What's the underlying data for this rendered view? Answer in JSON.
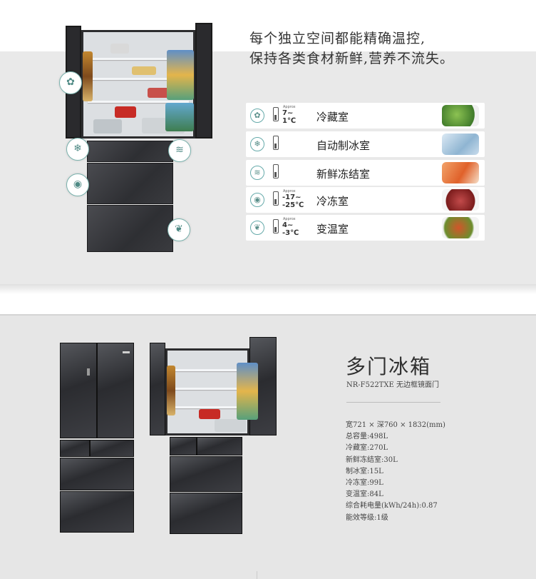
{
  "headline": {
    "line1": "每个独立空间都能精确温控,",
    "line2": "保持各类食材新鲜,营养不流失。"
  },
  "features": [
    {
      "approx": "Approx",
      "temp": "7~\n1℃",
      "label": "冷藏室",
      "icon": "salad-icon",
      "pic_color": "#6a9a3b"
    },
    {
      "approx": "",
      "temp": "",
      "label": "自动制冰室",
      "icon": "ice-icon",
      "pic_color": "#a9c8e0"
    },
    {
      "approx": "",
      "temp": "",
      "label": "新鲜冻结室",
      "icon": "fish-icon",
      "pic_color": "#e0743c"
    },
    {
      "approx": "Approx",
      "temp": "-17~\n-25℃",
      "label": "冷冻室",
      "icon": "meat-icon",
      "pic_color": "#9b2b2b"
    },
    {
      "approx": "Approx",
      "temp": "4~\n-3℃",
      "label": "变温室",
      "icon": "vegetable-icon",
      "pic_color": "#b24a23"
    }
  ],
  "product": {
    "title": "多门冰箱",
    "model": "NR-F522TXE 无边框镜面门",
    "specs": [
      "宽721 × 深760 × 1832(mm)",
      "总容量:498L",
      "冷藏室:270L",
      "新鲜冻结室:30L",
      "制冰室:15L",
      "冷冻室:99L",
      "变温室:84L",
      "综合耗电量(kWh/24h):0.87",
      "能效等级:1级"
    ]
  },
  "colors": {
    "band": "#e9e9e9",
    "fridge_glass": "#2f3034",
    "accent_icon": "#5a8f8a"
  }
}
